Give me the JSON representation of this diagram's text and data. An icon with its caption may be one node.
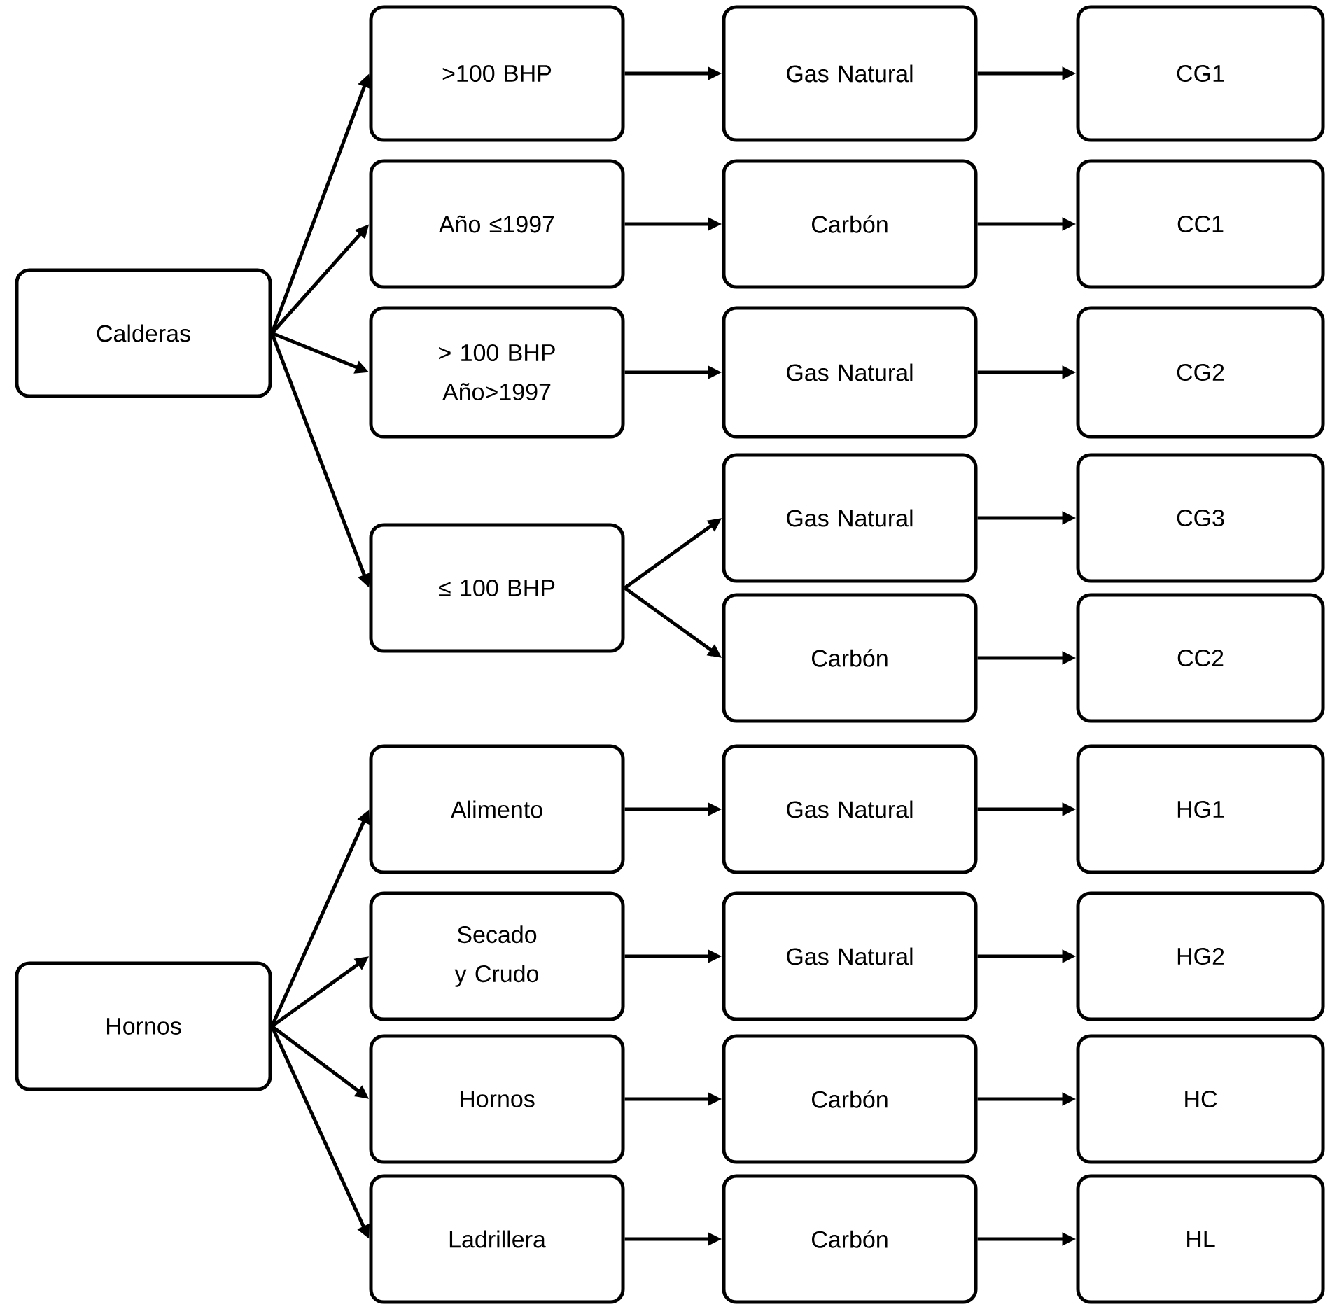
{
  "diagram": {
    "nodes": [
      {
        "text": [
          "Calderas"
        ]
      },
      {
        "text": [
          ">100 BHP"
        ]
      },
      {
        "text": [
          "Gas Natural"
        ]
      },
      {
        "text": [
          "CG1"
        ]
      },
      {
        "text": [
          "Año ≤1997"
        ]
      },
      {
        "text": [
          "Carbón"
        ]
      },
      {
        "text": [
          "CC1"
        ]
      },
      {
        "text": [
          "> 100 BHP Año>1997"
        ]
      },
      {
        "text": [
          "Gas Natural"
        ]
      },
      {
        "text": [
          "CG2"
        ]
      },
      {
        "text": [
          "≤ 100 BHP"
        ]
      },
      {
        "text": [
          "Gas Natural"
        ]
      },
      {
        "text": [
          "CG3"
        ]
      },
      {
        "text": [
          "Carbón"
        ]
      },
      {
        "text": [
          "CC2"
        ]
      },
      {
        "text": [
          "Hornos"
        ]
      },
      {
        "text": [
          "Alimento"
        ]
      },
      {
        "text": [
          "Gas Natural"
        ]
      },
      {
        "text": [
          "HG1"
        ]
      },
      {
        "text": [
          "Secado y Crudo"
        ]
      },
      {
        "text": [
          "Gas Natural"
        ]
      },
      {
        "text": [
          "HG2"
        ]
      },
      {
        "text": [
          "Hornos"
        ]
      },
      {
        "text": [
          "Carbón"
        ]
      },
      {
        "text": [
          "HC"
        ]
      },
      {
        "text": [
          "Ladrillera"
        ]
      },
      {
        "text": [
          "Carbón"
        ]
      },
      {
        "text": [
          "HL"
        ]
      }
    ],
    "edges": [
      {
        "from": 0,
        "to": 1,
        "arrow": "to"
      },
      {
        "from": 1,
        "to": 2,
        "arrow": "to"
      },
      {
        "from": 2,
        "to": 3,
        "arrow": "to"
      },
      {
        "from": 0,
        "to": 4,
        "arrow": "to"
      },
      {
        "from": 4,
        "to": 5,
        "arrow": "to"
      },
      {
        "from": 5,
        "to": 6,
        "arrow": "to"
      },
      {
        "from": 0,
        "to": 7,
        "arrow": "to"
      },
      {
        "from": 7,
        "to": 8,
        "arrow": "to"
      },
      {
        "from": 8,
        "to": 9,
        "arrow": "to"
      },
      {
        "from": 0,
        "to": 10,
        "arrow": "to"
      },
      {
        "from": 10,
        "to": 11,
        "arrow": "to"
      },
      {
        "from": 11,
        "to": 12,
        "arrow": "to"
      },
      {
        "from": 10,
        "to": 13,
        "arrow": "to"
      },
      {
        "from": 13,
        "to": 14,
        "arrow": "to"
      },
      {
        "from": 15,
        "to": 16,
        "arrow": "to"
      },
      {
        "from": 16,
        "to": 17,
        "arrow": "to"
      },
      {
        "from": 17,
        "to": 18,
        "arrow": "to"
      },
      {
        "from": 15,
        "to": 19,
        "arrow": "to"
      },
      {
        "from": 19,
        "to": 20,
        "arrow": "to"
      },
      {
        "from": 20,
        "to": 21,
        "arrow": "to"
      },
      {
        "from": 15,
        "to": 22,
        "arrow": "to"
      },
      {
        "from": 22,
        "to": 23,
        "arrow": "to"
      },
      {
        "from": 23,
        "to": 24,
        "arrow": "to"
      },
      {
        "from": 15,
        "to": 25,
        "arrow": "to"
      },
      {
        "from": 25,
        "to": 26,
        "arrow": "to"
      },
      {
        "from": 26,
        "to": 27,
        "arrow": "to"
      }
    ]
  }
}
